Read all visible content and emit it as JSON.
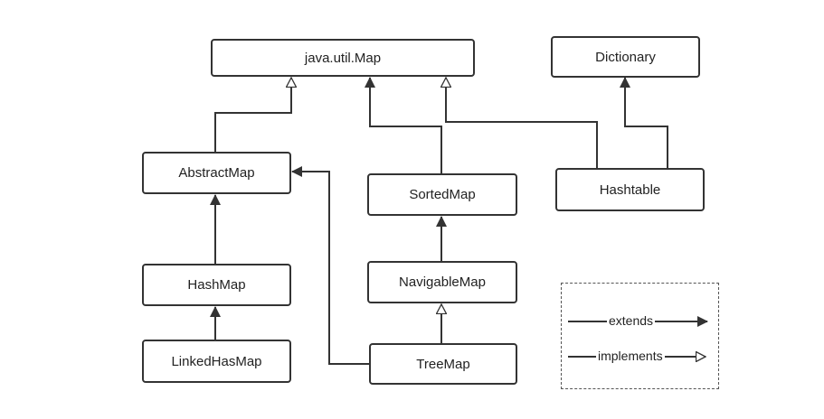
{
  "nodes": {
    "map": "java.util.Map",
    "dictionary": "Dictionary",
    "abstract_map": "AbstractMap",
    "sorted_map": "SortedMap",
    "hashtable": "Hashtable",
    "hash_map": "HashMap",
    "navigable_map": "NavigableMap",
    "linked_hash_map": "LinkedHasMap",
    "tree_map": "TreeMap"
  },
  "legend": {
    "extends": "extends",
    "implements": "implements"
  },
  "colors": {
    "stroke": "#333333",
    "background": "#ffffff"
  }
}
